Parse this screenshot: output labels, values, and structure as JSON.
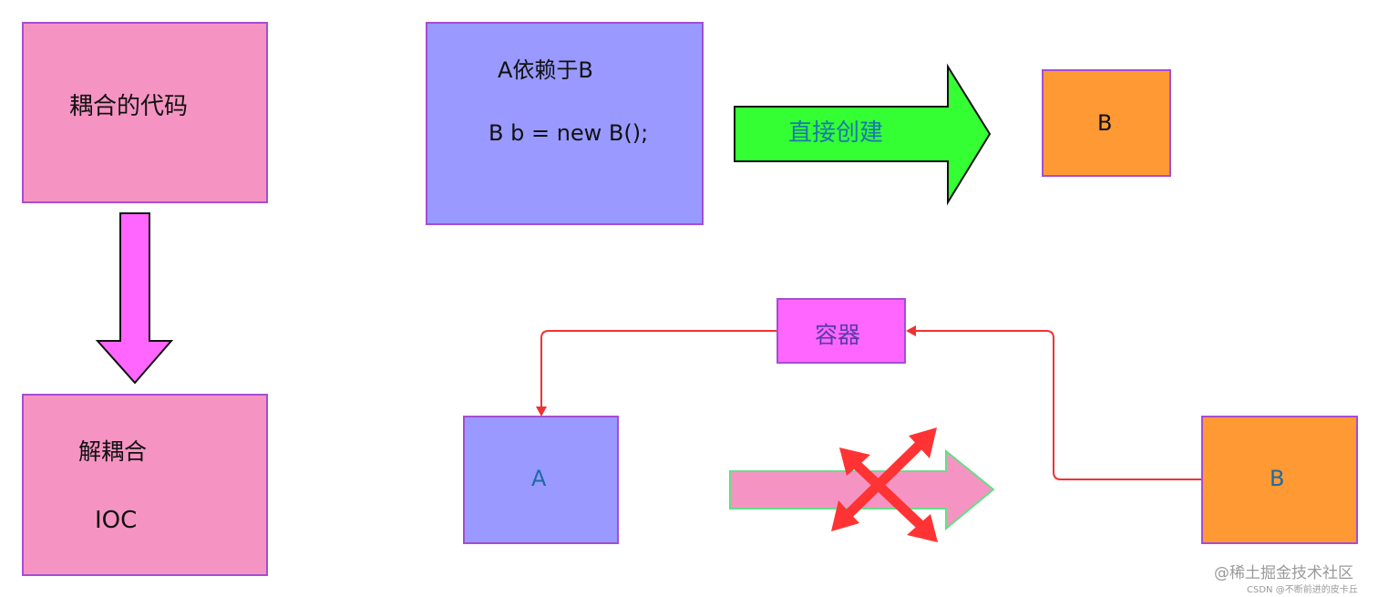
{
  "left": {
    "coupled_label": "耦合的代码",
    "decoupled_label": "解耦合",
    "ioc_label": "IOC"
  },
  "top": {
    "box_a_title": "A依赖于B",
    "box_a_code": "B b = new B();",
    "arrow_label": "直接创建",
    "box_b_label": "B"
  },
  "bottom": {
    "container_label": "容器",
    "box_a_label": "A",
    "box_b_label": "B"
  },
  "watermark": {
    "main": "@稀土掘金技术社区",
    "sub": "CSDN @不断前进的皮卡丘"
  },
  "colors": {
    "pink_box": "#f594c2",
    "purple_box": "#9999ff",
    "orange_box": "#ff9933",
    "magenta_box": "#ff66ff",
    "green_arrow": "#33ff33",
    "red_connector": "#ee3333",
    "border": "#a64dd4"
  }
}
